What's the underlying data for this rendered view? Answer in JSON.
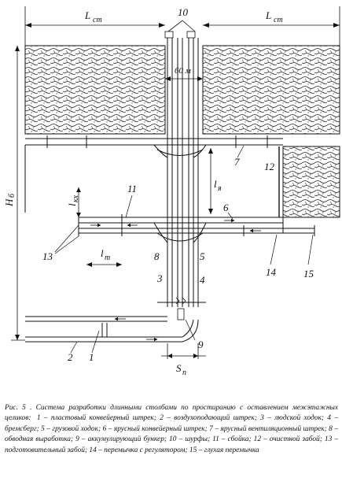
{
  "dimensions": {
    "l_st": "L",
    "l_st_sub": "ст",
    "h_b": "H",
    "h_b_sub": "б",
    "sixty_m": "60 м",
    "l_ya": "l",
    "l_ya_sub": "я",
    "l_kh": "l",
    "l_kh_sub": "кх",
    "l_t": "l",
    "l_t_sub": "т",
    "s_p": "S",
    "s_p_sub": "п"
  },
  "labels": {
    "n1": "1",
    "n2": "2",
    "n3": "3",
    "n4": "4",
    "n5": "5",
    "n6": "6",
    "n7": "7",
    "n8": "8",
    "n9": "9",
    "n10": "10",
    "n11": "11",
    "n12": "12",
    "n13": "13",
    "n14": "14",
    "n15": "15"
  },
  "caption": {
    "title": "Рис. 5 . Система разработки длинными столбами по простиранию с оставлением межэтажных целиков:",
    "legend": "1 – пластовый конвейерный штрек; 2 – воздухоподающий штрек; 3 – людской ходок; 4 – бремсберг; 5 – грузовой ходок; 6 – ярусный конвейерный штрек; 7 – ярусный вентиляционный штрек; 8 – обводная выработка; 9 – аккумулирующий бункер; 10 – шурфы; 11 – сбойка; 12 – очистной забой; 13 – подготовительный забой; 14 – перемычка с регулятором; 15 – глухая перемычка"
  }
}
